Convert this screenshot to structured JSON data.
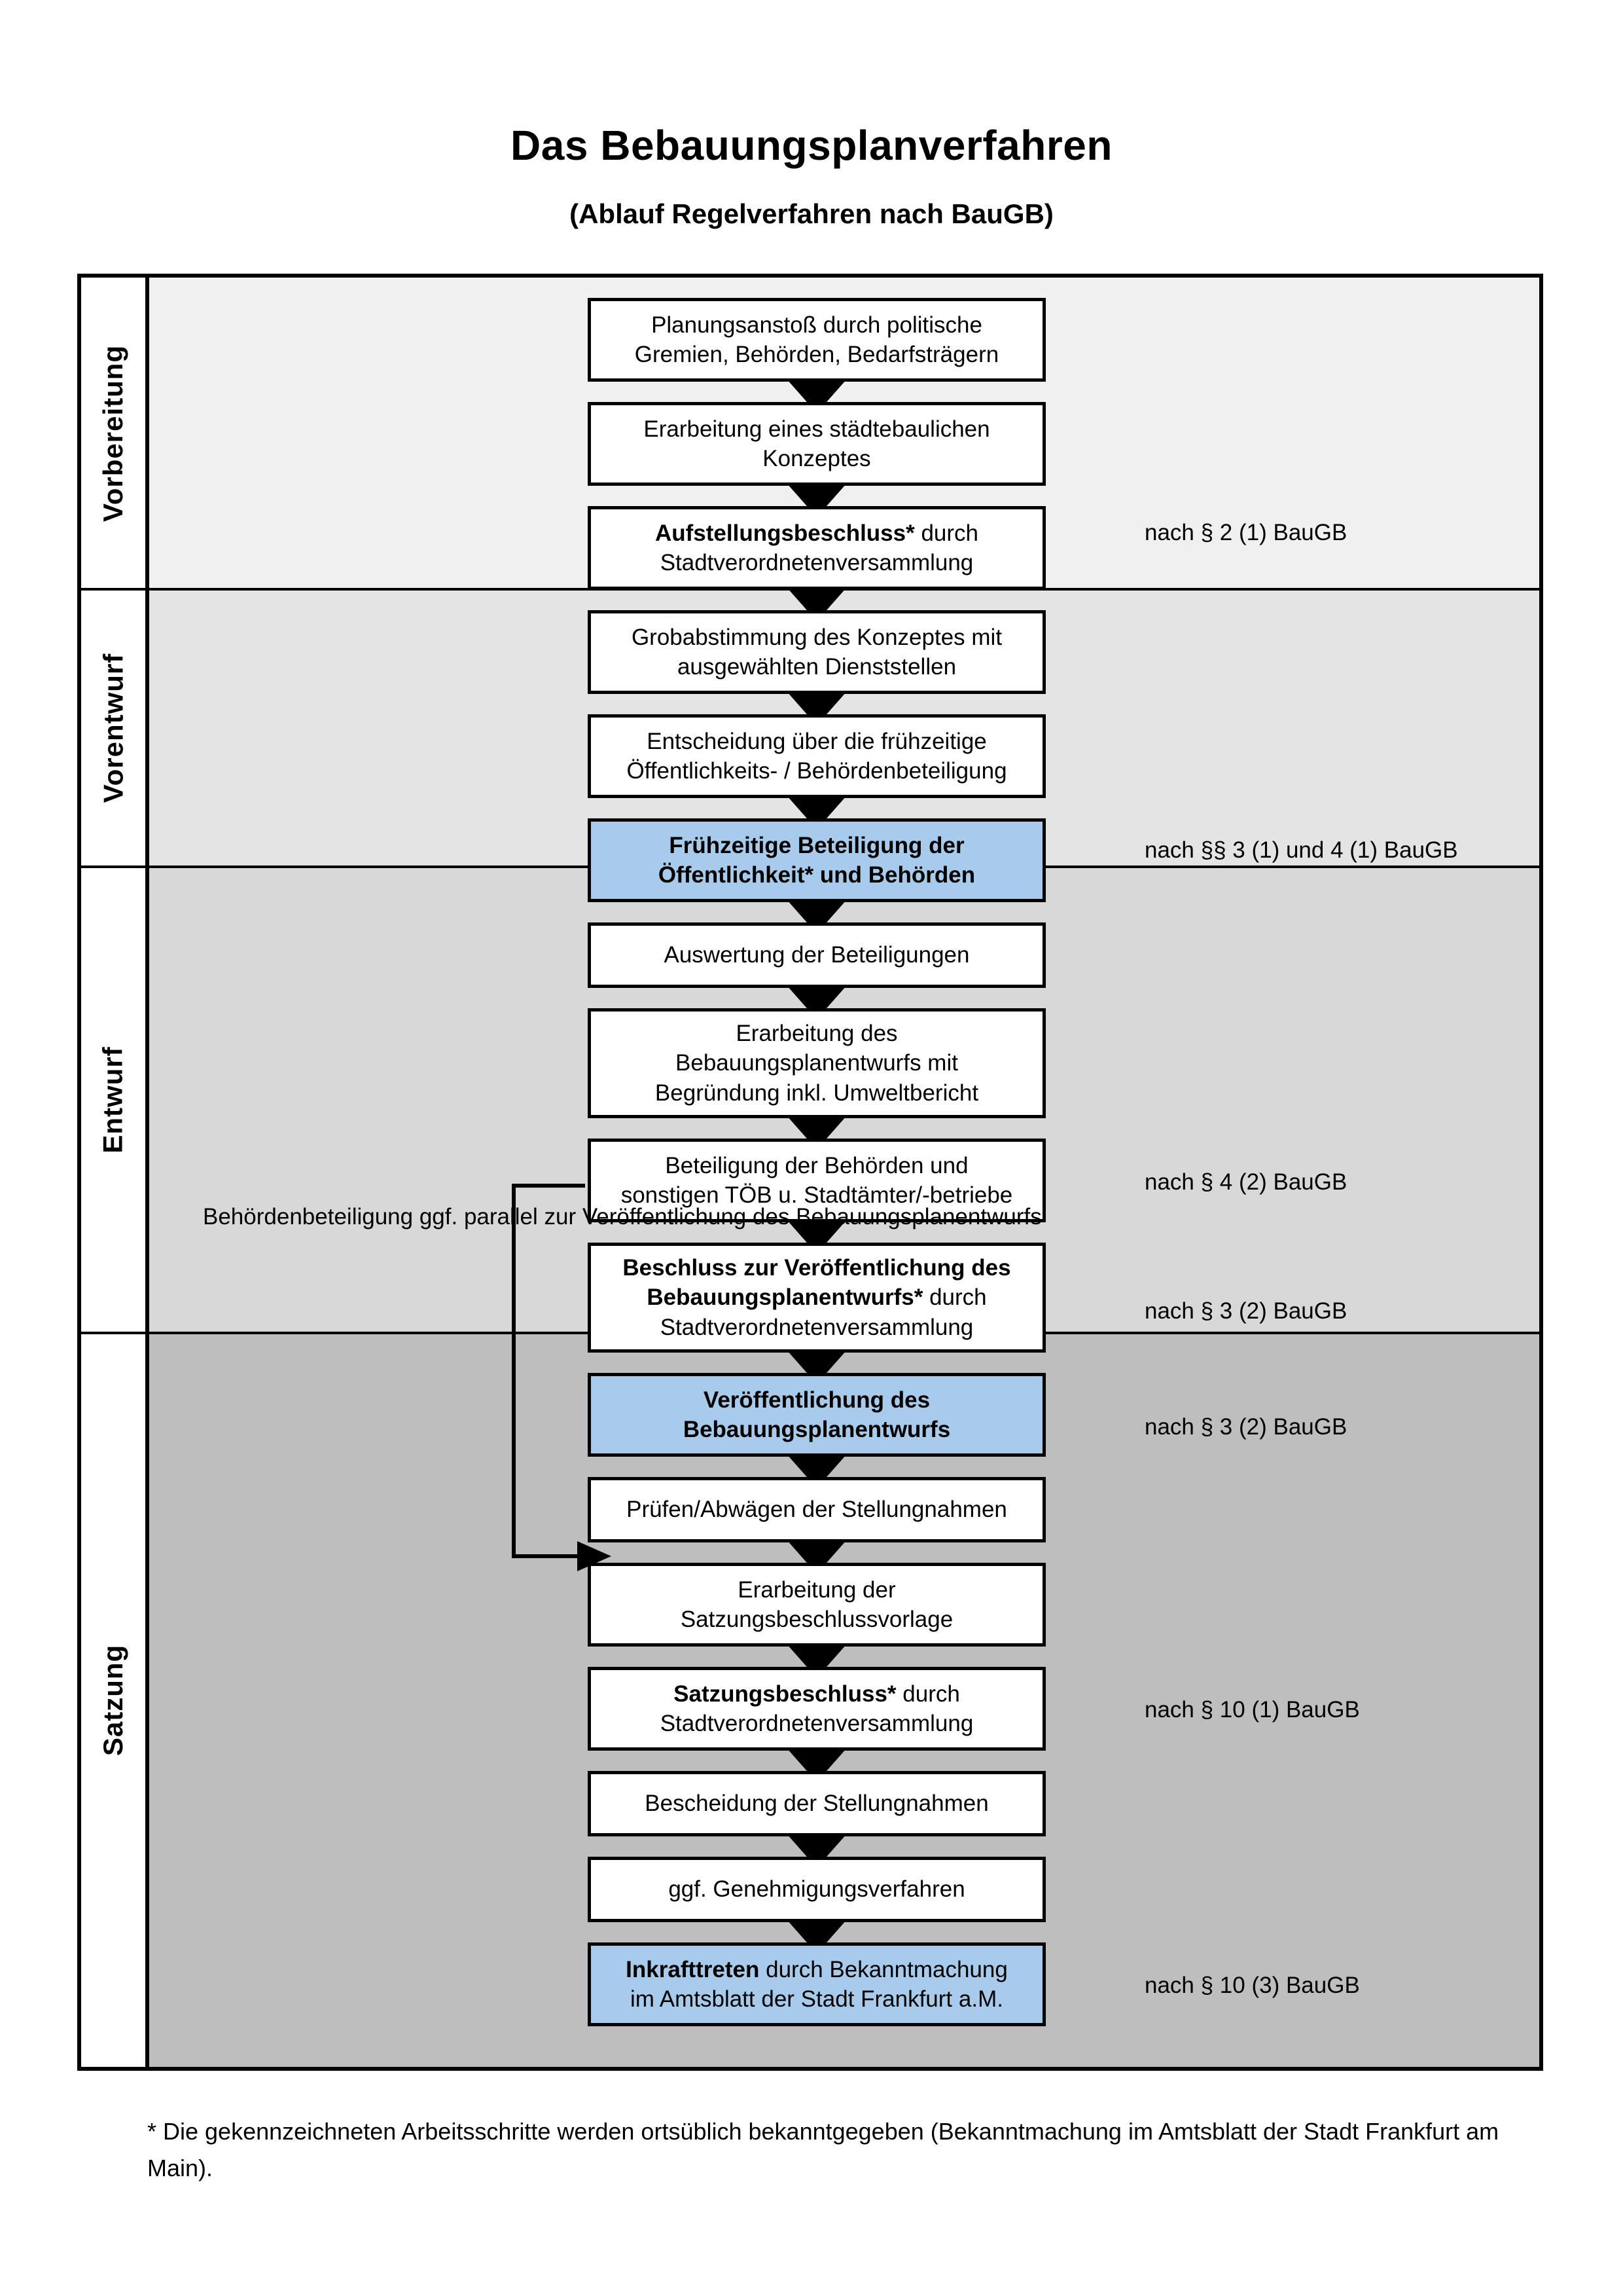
{
  "title": {
    "main": "Das Bebauungsplanverfahren",
    "sub": "(Ablauf Regelverfahren nach BauGB)"
  },
  "phases": [
    {
      "label": "Vorbereitung",
      "bg": "#f0f0f0"
    },
    {
      "label": "Vorentwurf",
      "bg": "#e4e4e4"
    },
    {
      "label": "Entwurf",
      "bg": "#d8d8d8"
    },
    {
      "label": "Satzung",
      "bg": "#bebebe"
    }
  ],
  "nodes": [
    {
      "id": "n1",
      "lines": [
        {
          "t": "Planungsanstoß durch politische"
        },
        {
          "t": "Gremien, Behörden, Bedarfsträgern"
        }
      ],
      "highlight": false
    },
    {
      "id": "n2",
      "lines": [
        {
          "t": "Erarbeitung eines städtebaulichen"
        },
        {
          "t": "Konzeptes"
        }
      ],
      "highlight": false
    },
    {
      "id": "n3",
      "lines": [
        {
          "t": "Aufstellungsbeschluss*",
          "bold": true,
          "tail": " durch"
        },
        {
          "t": "Stadtverordnetenversammlung"
        }
      ],
      "highlight": false
    },
    {
      "id": "n4",
      "lines": [
        {
          "t": "Grobabstimmung des Konzeptes mit"
        },
        {
          "t": "ausgewählten Dienststellen"
        }
      ],
      "highlight": false
    },
    {
      "id": "n5",
      "lines": [
        {
          "t": "Entscheidung über die frühzeitige"
        },
        {
          "t": "Öffentlichkeits- / Behördenbeteiligung"
        }
      ],
      "highlight": false
    },
    {
      "id": "n6",
      "lines": [
        {
          "t": "Frühzeitige Beteiligung der",
          "bold": true
        },
        {
          "t": "Öffentlichkeit* und Behörden",
          "bold": true
        }
      ],
      "highlight": true
    },
    {
      "id": "n7",
      "lines": [
        {
          "t": "Auswertung der Beteiligungen"
        }
      ],
      "highlight": false
    },
    {
      "id": "n8",
      "lines": [
        {
          "t": "Erarbeitung des"
        },
        {
          "t": "Bebauungsplanentwurfs mit"
        },
        {
          "t": "Begründung inkl. Umweltbericht"
        }
      ],
      "highlight": false
    },
    {
      "id": "n9",
      "lines": [
        {
          "t": "Beteiligung der Behörden und"
        },
        {
          "t": "sonstigen TÖB u. Stadtämter/-betriebe"
        }
      ],
      "highlight": false
    },
    {
      "id": "n10",
      "lines": [
        {
          "t": "Beschluss zur Veröffentlichung des",
          "bold": true
        },
        {
          "t": "Bebauungsplanentwurfs*",
          "bold": true,
          "tail": " durch"
        },
        {
          "t": "Stadtverordnetenversammlung"
        }
      ],
      "highlight": false
    },
    {
      "id": "n11",
      "lines": [
        {
          "t": "Veröffentlichung des",
          "bold": true
        },
        {
          "t": "Bebauungsplanentwurfs",
          "bold": true
        }
      ],
      "highlight": true
    },
    {
      "id": "n12",
      "lines": [
        {
          "t": "Prüfen/Abwägen der Stellungnahmen"
        }
      ],
      "highlight": false
    },
    {
      "id": "n13",
      "lines": [
        {
          "t": "Erarbeitung der"
        },
        {
          "t": "Satzungsbeschlussvorlage"
        }
      ],
      "highlight": false
    },
    {
      "id": "n14",
      "lines": [
        {
          "t": "Satzungsbeschluss*",
          "bold": true,
          "tail": " durch"
        },
        {
          "t": "Stadtverordnetenversammlung"
        }
      ],
      "highlight": false
    },
    {
      "id": "n15",
      "lines": [
        {
          "t": "Bescheidung der Stellungnahmen"
        }
      ],
      "highlight": false
    },
    {
      "id": "n16",
      "lines": [
        {
          "t": "ggf. Genehmigungsverfahren"
        }
      ],
      "highlight": false
    },
    {
      "id": "n17",
      "lines": [
        {
          "t": "Inkrafttreten",
          "bold": true,
          "tail": " durch Bekanntmachung"
        },
        {
          "t": "im Amtsblatt der Stadt Frankfurt a.M."
        }
      ],
      "highlight": true
    }
  ],
  "notes": [
    {
      "id": "note1",
      "text": "nach § 2 (1) BauGB"
    },
    {
      "id": "note2",
      "text": "nach §§ 3 (1) und 4 (1) BauGB"
    },
    {
      "id": "note3",
      "text": "nach § 4 (2) BauGB"
    },
    {
      "id": "note4",
      "text": "nach § 3 (2) BauGB"
    },
    {
      "id": "note5",
      "text": "nach § 3 (2) BauGB"
    },
    {
      "id": "note6",
      "text": "nach § 10 (1) BauGB"
    },
    {
      "id": "note7",
      "text": "nach § 10 (3) BauGB"
    }
  ],
  "side_note": {
    "lines": [
      "Behördenbeteiligung",
      "ggf. parallel zur",
      "Veröffentlichung des",
      "Bebauungsplanentwurfs"
    ]
  },
  "footnote": {
    "text": "* Die gekennzeichneten Arbeitsschritte werden ortsüblich bekanntgegeben (Bekanntmachung im Amtsblatt  der Stadt Frankfurt am Main)."
  },
  "colors": {
    "highlight_box": "#a9cbeb",
    "box_fill": "#ffffff",
    "border": "#000000"
  }
}
